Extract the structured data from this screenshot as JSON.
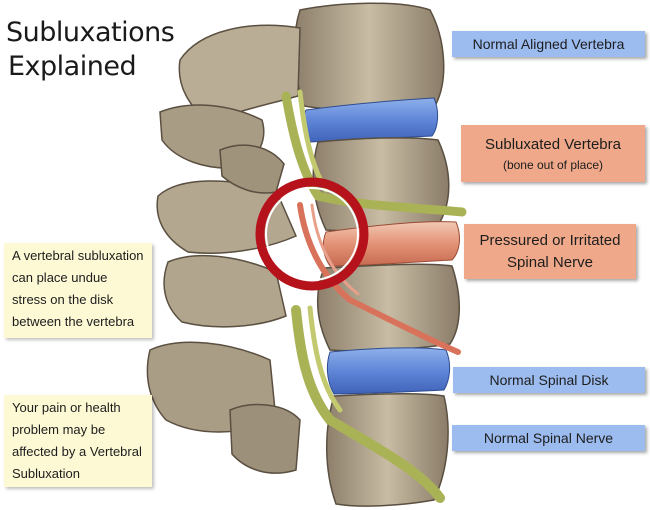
{
  "title": {
    "line1": "Subluxations",
    "line2": "Explained"
  },
  "labels": {
    "aligned_vertebra": "Normal Aligned Vertebra",
    "subluxated_vertebra": {
      "main": "Subluxated Vertebra",
      "sub": "(bone out of place)"
    },
    "pressured_nerve": {
      "line1": "Pressured or Irritated",
      "line2": "Spinal Nerve"
    },
    "spinal_disk": "Normal Spinal Disk",
    "spinal_nerve": "Normal Spinal Nerve"
  },
  "notes": {
    "stress": "A vertebral subluxation can place undue stress on the disk between the vertebra",
    "pain": "Your pain or health problem may be affected by a Vertebral Subluxation"
  },
  "colors": {
    "label_blue": "#9cbcf0",
    "label_orange": "#efa98a",
    "note_yellow": "#fdf9d5",
    "highlight_ring": "#b5121b",
    "disk_blue": "#5f86d8",
    "nerve_green": "#aab256",
    "irritated_nerve": "#d9725a"
  }
}
